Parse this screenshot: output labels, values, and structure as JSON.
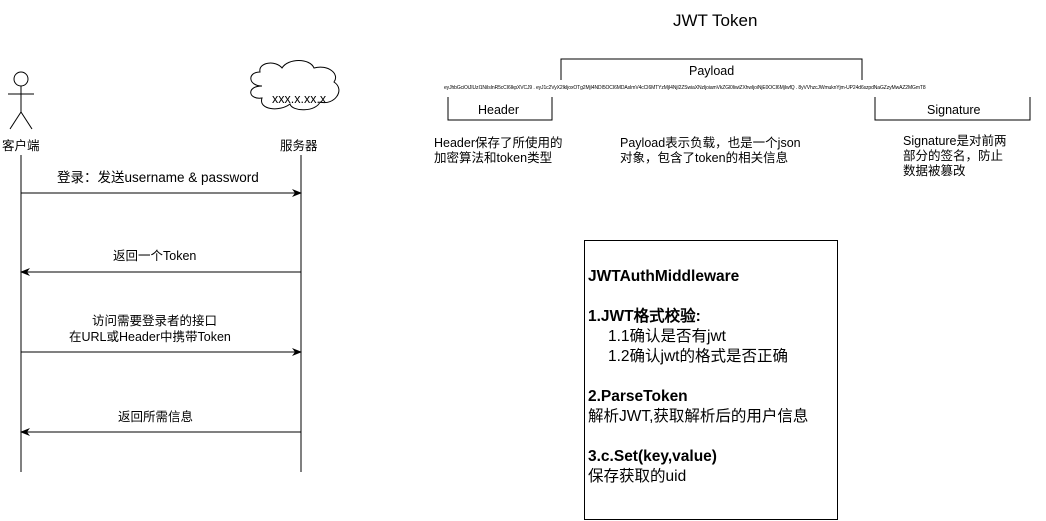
{
  "sequence": {
    "client_label": "客户端",
    "server_label": "服务器",
    "server_cloud_text": "xxx.x.xx.x",
    "messages": [
      {
        "direction": "right",
        "lines": [
          "登录：发送username & password"
        ]
      },
      {
        "direction": "left",
        "lines": [
          "返回一个Token"
        ]
      },
      {
        "direction": "right",
        "lines": [
          "访问需要登录者的接口",
          "在URL或Header中携带Token"
        ]
      },
      {
        "direction": "left",
        "lines": [
          "返回所需信息"
        ]
      }
    ]
  },
  "jwt": {
    "title": "JWT Token",
    "token_string": "eyJhbGciOiJIUzI1NiIsInR5cCI6IkpXVCJ9 . eyJ1c2VyX2lkIjoxOTg2MjI4NDI5OCI6MDAsImV4cCI6MTYzMjI4NjI2ZSwiaXNzIjoiamVkZGl0IiwiZXhwIjoiNjE0OCI6MjIwfQ . 8yVVhzcJWmuknYjm-UP24d6szpdNaGZzyMwAZ2MGmT8",
    "payload_label": "Payload",
    "header_label": "Header",
    "signature_label": "Signature",
    "header_desc": [
      "Header保存了所使用的",
      "加密算法和token类型"
    ],
    "payload_desc": [
      "Payload表示负载，也是一个json",
      "对象，包含了token的相关信息"
    ],
    "signature_desc": [
      "Signature是对前两",
      "部分的签名，防止",
      "数据被篡改"
    ]
  },
  "middleware": {
    "title": "JWTAuthMiddleware",
    "step1_title": "1.JWT格式校验:",
    "step1_items": [
      "1.1确认是否有jwt",
      "1.2确认jwt的格式是否正确"
    ],
    "step2_title": "2.ParseToken",
    "step2_desc": "解析JWT,获取解析后的用户信息",
    "step3_title": "3.c.Set(key,value)",
    "step3_desc": "保存获取的uid"
  }
}
